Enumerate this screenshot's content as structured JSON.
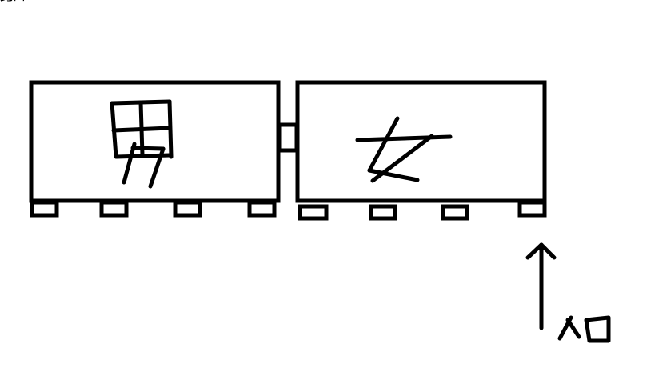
{
  "diagram": {
    "cars": [
      {
        "label": "男",
        "wheels": 4
      },
      {
        "label": "女",
        "wheels": 4
      }
    ],
    "entrance_label": "入口",
    "stroke_color": "#000000",
    "background_color": "#ffffff"
  }
}
